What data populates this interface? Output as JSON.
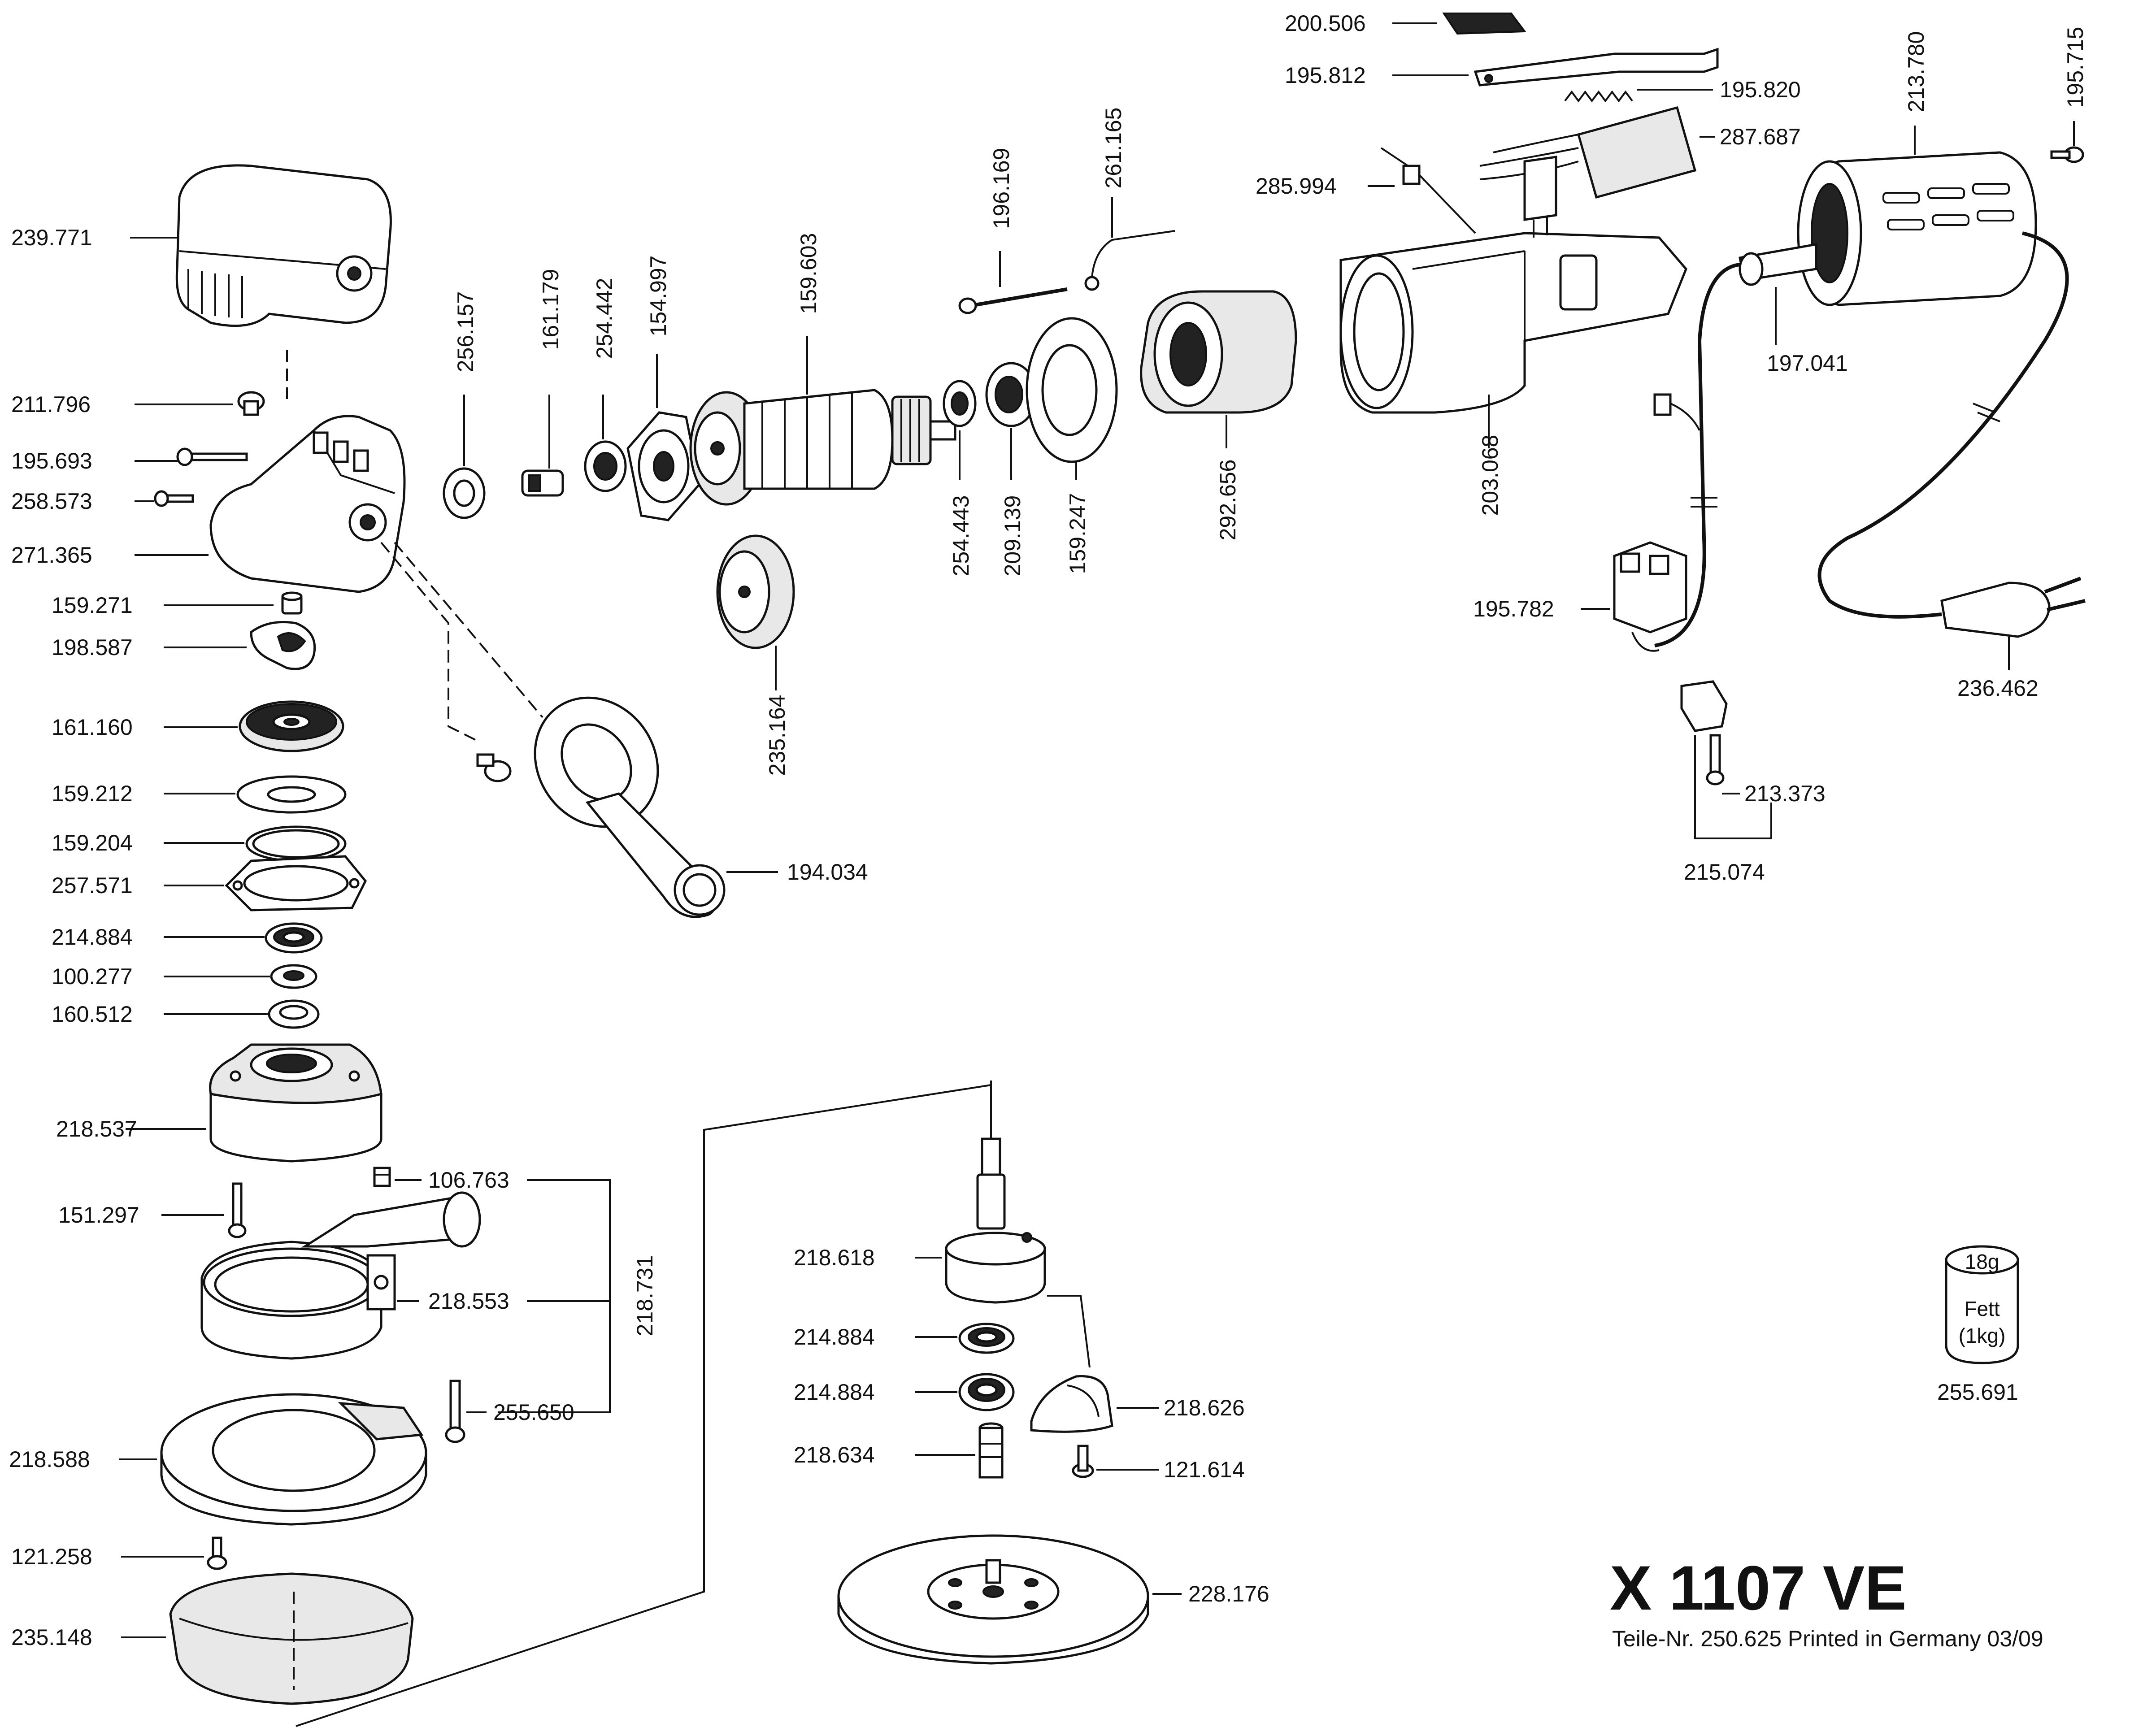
{
  "title": {
    "model": "X 1107 VE",
    "subtitle": "Teile-Nr. 250.625 Printed in Germany 03/09"
  },
  "grease": {
    "amount": "18g",
    "name": "Fett",
    "pack": "(1kg)",
    "part_number": "255.691"
  },
  "labels": {
    "p239771": "239.771",
    "p211796": "211.796",
    "p195693": "195.693",
    "p258573": "258.573",
    "p271365": "271.365",
    "p159271": "159.271",
    "p198587": "198.587",
    "p161160": "161.160",
    "p159212": "159.212",
    "p159204": "159.204",
    "p257571": "257.571",
    "p214884a": "214.884",
    "p100277": "100.277",
    "p160512": "160.512",
    "p218537": "218.537",
    "p151297": "151.297",
    "p106763": "106.763",
    "p218731": "218.731",
    "p218553": "218.553",
    "p255650": "255.650",
    "p218588": "218.588",
    "p121258": "121.258",
    "p235148": "235.148",
    "p194034": "194.034",
    "p256157": "256.157",
    "p161179": "161.179",
    "p254442": "254.442",
    "p154997": "154.997",
    "p159603": "159.603",
    "p235164": "235.164",
    "p196169": "196.169",
    "p261165": "261.165",
    "p254443": "254.443",
    "p209139": "209.139",
    "p159247": "159.247",
    "p292656": "292.656",
    "p203068": "203.068",
    "p285994": "285.994",
    "p200506": "200.506",
    "p195812": "195.812",
    "p195820": "195.820",
    "p287687": "287.687",
    "p213780": "213.780",
    "p195715": "195.715",
    "p197041": "197.041",
    "p195782": "195.782",
    "p236462": "236.462",
    "p213373": "213.373",
    "p215074": "215.074",
    "p218618": "218.618",
    "p214884b": "214.884",
    "p214884c": "214.884",
    "p218626": "218.626",
    "p218634": "218.634",
    "p121614": "121.614",
    "p228176": "228.176"
  }
}
